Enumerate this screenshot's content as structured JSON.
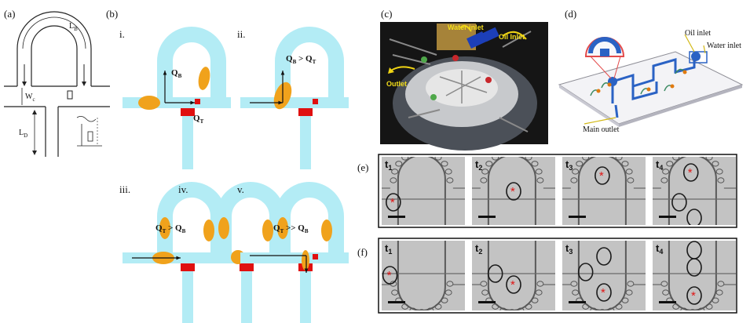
{
  "panels": {
    "a": {
      "label": "(a)",
      "dims": {
        "lb": "L",
        "lb_sub": "B",
        "wc": "W",
        "wc_sub": "c",
        "ld": "L",
        "ld_sub": "D"
      }
    },
    "b": {
      "label": "(b)"
    },
    "c": {
      "label": "(c)",
      "water_inlet": "Water inlet",
      "oil_inlet": "Oil Inlet",
      "outlet": "Outlet"
    },
    "d": {
      "label": "(d)",
      "oil_inlet": "Oil inlet",
      "water_inlet": "Water inlet",
      "main_outlet": "Main outlet"
    },
    "e": {
      "label": "(e)"
    },
    "f": {
      "label": "(f)"
    }
  },
  "stages": [
    {
      "numeral": "i.",
      "q1": "Q",
      "q1_sub": "B",
      "q2": "Q",
      "q2_sub": "T"
    },
    {
      "numeral": "ii.",
      "q1": "Q",
      "q1_sub": "B",
      "rel": " > ",
      "q2": "Q",
      "q2_sub": "T"
    },
    {
      "numeral": "iii.",
      "q1": "Q",
      "q1_sub": "T",
      "rel": " > ",
      "q2": "Q",
      "q2_sub": "B"
    },
    {
      "numeral": "iv."
    },
    {
      "numeral": "v.",
      "q1": "Q",
      "q1_sub": "T",
      "rel": " >> ",
      "q2": "Q",
      "q2_sub": "B"
    }
  ],
  "time_labels": [
    "t",
    "t",
    "t",
    "t"
  ],
  "time_subs": [
    "1",
    "2",
    "3",
    "4"
  ],
  "colors": {
    "channel": "#b3ecf5",
    "droplet": "#f0a21c",
    "obstacle": "#e01010",
    "micro_bg": "#b9b9b9"
  }
}
